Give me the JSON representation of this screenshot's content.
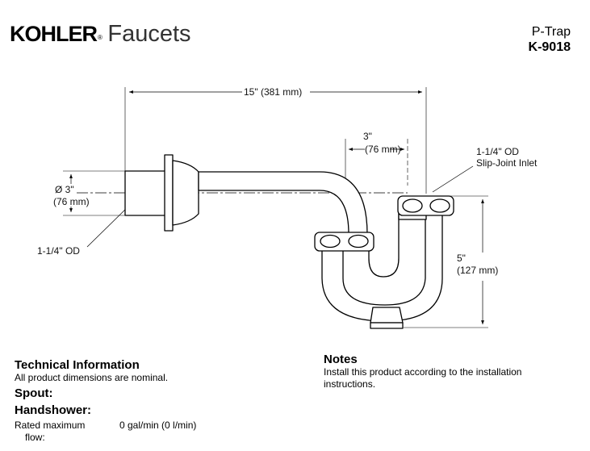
{
  "header": {
    "brand": "KOHLER",
    "brand_mark": "®",
    "brand_line": "Faucets",
    "product_name": "P-Trap",
    "model": "K-9018"
  },
  "drawing": {
    "dim_overall_width": "15\" (381 mm)",
    "dim_offset_in": "3\"",
    "dim_offset_mm": "(76 mm)",
    "inlet_label_1": "1-1/4\" OD",
    "inlet_label_2": "Slip-Joint Inlet",
    "dim_flange_in": "Ø 3\"",
    "dim_flange_mm": "(76 mm)",
    "outlet_label": "1-1/4\" OD",
    "dim_height_in": "5\"",
    "dim_height_mm": "(127 mm)"
  },
  "technical": {
    "heading": "Technical Information",
    "subtext": "All product dimensions are nominal.",
    "spout_heading": "Spout:",
    "handshower_heading": "Handshower:",
    "flow_label_1": "Rated maximum",
    "flow_label_2": "flow:",
    "flow_value": "0 gal/min (0 l/min)"
  },
  "notes": {
    "heading": "Notes",
    "text": "Install this product according to the installation instructions."
  }
}
